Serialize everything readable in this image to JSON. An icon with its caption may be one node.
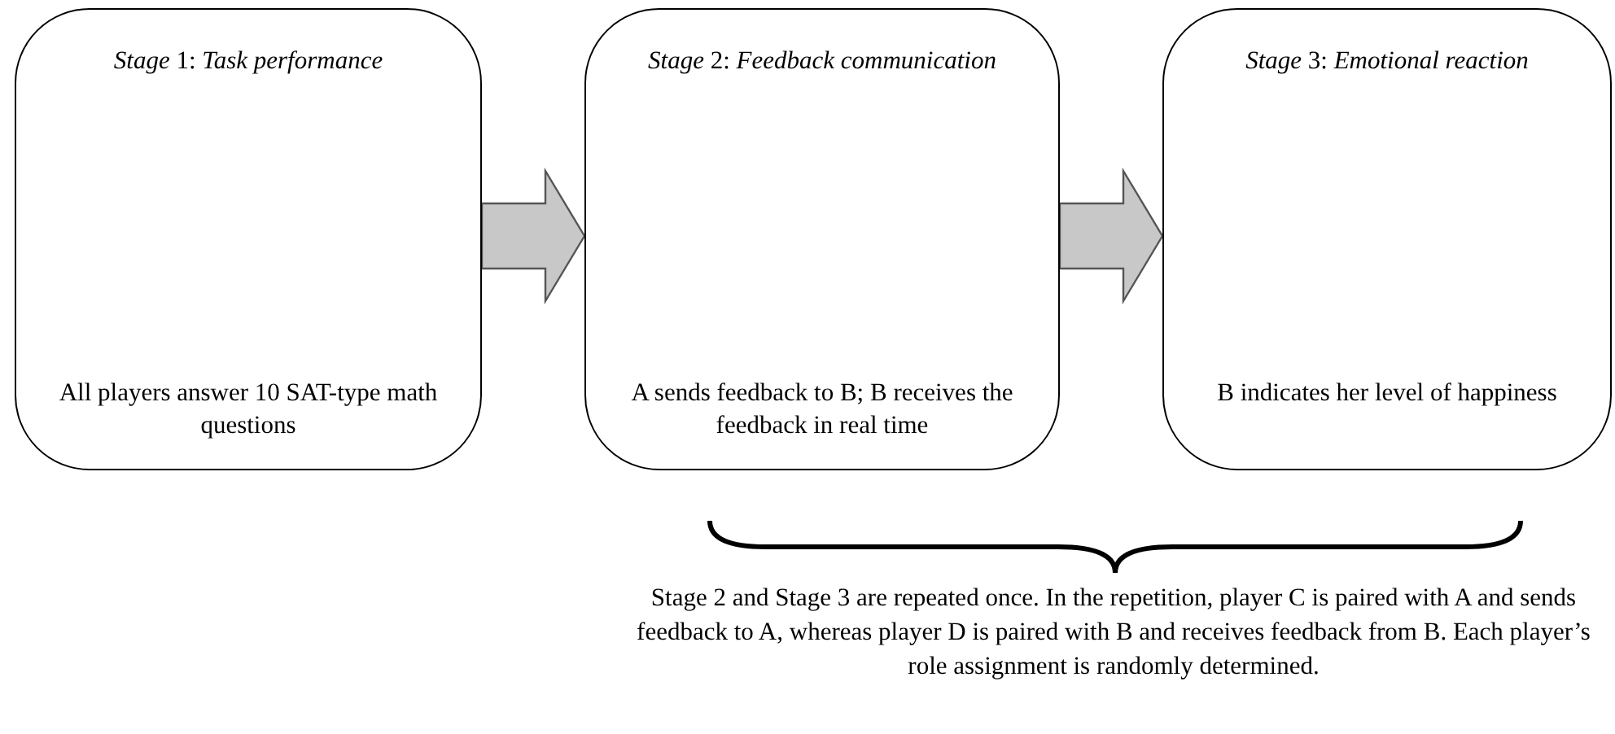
{
  "diagram": {
    "nodes": [
      {
        "text": [
          "*Stage* 1: *Task performance*",
          "All players answer 10 SAT-type math questions"
        ]
      },
      {
        "text": [
          "*Stage* 2: *Feedback communication*",
          "A sends feedback to B; B receives the feedback in real time"
        ]
      },
      {
        "text": [
          "*Stage* 3: *Emotional reaction*",
          "B indicates her level of happiness"
        ]
      }
    ],
    "edges": [
      {
        "from": 0,
        "to": 1,
        "arrow": "to"
      },
      {
        "from": 1,
        "to": 2,
        "arrow": "to"
      }
    ],
    "caption": "Stage 2 and Stage 3 are repeated once. In the repetition, player C is paired with A and sends feedback to A, whereas player D is paired with B and receives feedback from B. Each player’s role assignment is randomly determined."
  }
}
